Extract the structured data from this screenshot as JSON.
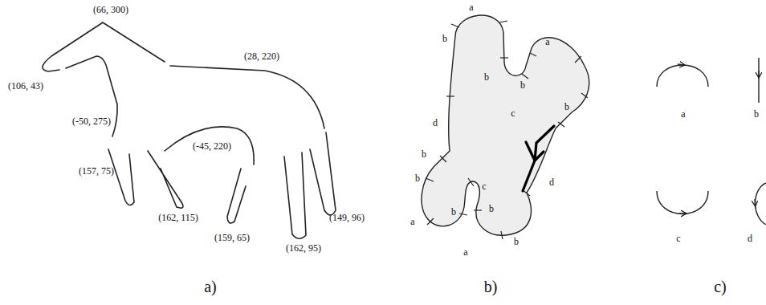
{
  "diagram": {
    "labels": [
      "(66, 300)",
      "(28, 220)",
      "(106, 43)",
      "(-50, 275)",
      "(-45, 220)",
      "(157, 75)",
      "(162, 115)",
      "(159, 65)",
      "(149, 96)",
      "(162, 95)",
      "a",
      "b",
      "a",
      "b",
      "b",
      "b",
      "d",
      "c",
      "d",
      "b",
      "c",
      "b",
      "b",
      "a",
      "b",
      "b",
      "a",
      "a",
      "b",
      "c",
      "d",
      "a)",
      "b)",
      "c)"
    ]
  }
}
